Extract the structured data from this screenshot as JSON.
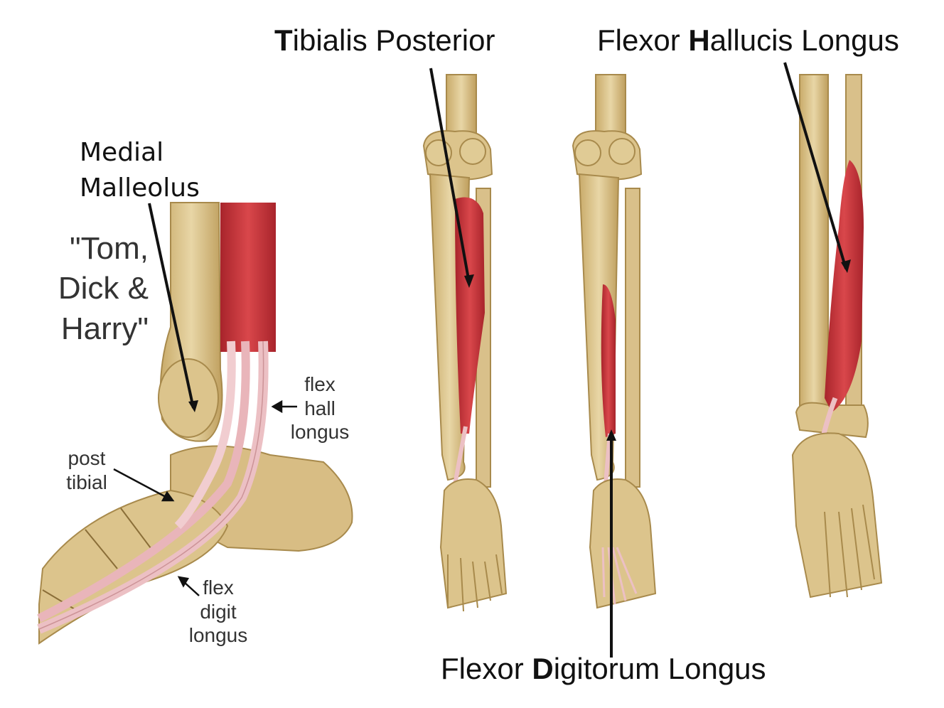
{
  "labels": {
    "tibialis_posterior": {
      "highlight": "T",
      "rest": "ibialis Posterior"
    },
    "flexor_hallucis_longus": {
      "prefix": "Flexor ",
      "highlight": "H",
      "rest": "allucis Longus"
    },
    "flexor_digitorum_longus": {
      "prefix": "Flexor ",
      "highlight": "D",
      "rest": "igitorum Longus"
    },
    "medial_malleolus": {
      "line1": "Medial",
      "line2": "Malleolus"
    },
    "mnemonic": {
      "line1": "\"Tom,",
      "line2": "Dick &",
      "line3": "Harry\""
    },
    "flex_hall_longus": {
      "line1": "flex",
      "line2": "hall",
      "line3": "longus"
    },
    "post_tibial": {
      "line1": "post",
      "line2": "tibial"
    },
    "flex_digit_longus": {
      "line1": "flex",
      "line2": "digit",
      "line3": "longus"
    }
  },
  "colors": {
    "bone": "#dcc48c",
    "bone_shade": "#b89a5a",
    "muscle": "#c9343a",
    "tendon": "#ecc0c4",
    "line": "#111111"
  }
}
